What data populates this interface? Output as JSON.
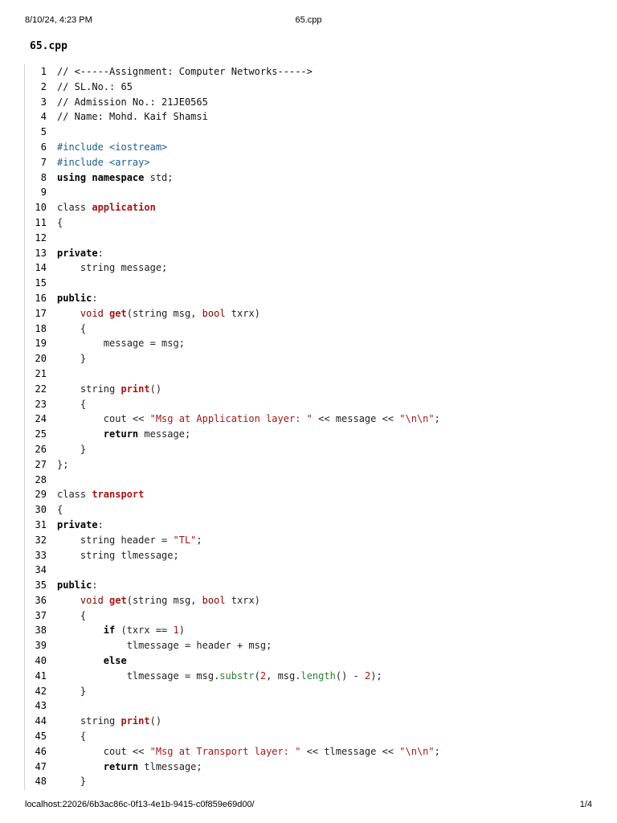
{
  "header": {
    "datetime": "8/10/24, 4:23 PM",
    "doc_title": "65.cpp"
  },
  "title": "65.cpp",
  "footer": {
    "url": "localhost:22026/6b3ac86c-0f13-4e1b-9415-c0f859e69d00/",
    "page": "1/4"
  },
  "code_lines": [
    {
      "n": "1",
      "segs": [
        {
          "t": "// <-----Assignment: Computer Networks----->",
          "c": "comment"
        }
      ]
    },
    {
      "n": "2",
      "segs": [
        {
          "t": "// SL.No.: 65",
          "c": "comment"
        }
      ]
    },
    {
      "n": "3",
      "segs": [
        {
          "t": "// Admission No.: 21JE0565",
          "c": "comment"
        }
      ]
    },
    {
      "n": "4",
      "segs": [
        {
          "t": "// Name: Mohd. Kaif Shamsi",
          "c": "comment"
        }
      ]
    },
    {
      "n": "5",
      "segs": []
    },
    {
      "n": "6",
      "segs": [
        {
          "t": "#include <iostream>",
          "c": "pp"
        }
      ]
    },
    {
      "n": "7",
      "segs": [
        {
          "t": "#include <array>",
          "c": "pp"
        }
      ]
    },
    {
      "n": "8",
      "segs": [
        {
          "t": "using namespace",
          "c": "kw"
        },
        {
          "t": " std;",
          "c": "plain"
        }
      ]
    },
    {
      "n": "9",
      "segs": []
    },
    {
      "n": "10",
      "segs": [
        {
          "t": "class ",
          "c": "plain"
        },
        {
          "t": "application",
          "c": "name"
        }
      ]
    },
    {
      "n": "11",
      "segs": [
        {
          "t": "{",
          "c": "plain"
        }
      ]
    },
    {
      "n": "12",
      "segs": []
    },
    {
      "n": "13",
      "segs": [
        {
          "t": "private",
          "c": "kw"
        },
        {
          "t": ":",
          "c": "plain"
        }
      ]
    },
    {
      "n": "14",
      "segs": [
        {
          "t": "    string message;",
          "c": "plain"
        }
      ]
    },
    {
      "n": "15",
      "segs": []
    },
    {
      "n": "16",
      "segs": [
        {
          "t": "public",
          "c": "kw"
        },
        {
          "t": ":",
          "c": "plain"
        }
      ]
    },
    {
      "n": "17",
      "segs": [
        {
          "t": "    ",
          "c": "plain"
        },
        {
          "t": "void",
          "c": "kw2"
        },
        {
          "t": " ",
          "c": "plain"
        },
        {
          "t": "get",
          "c": "fn"
        },
        {
          "t": "(string msg, ",
          "c": "plain"
        },
        {
          "t": "bool",
          "c": "kw2"
        },
        {
          "t": " txrx)",
          "c": "plain"
        }
      ]
    },
    {
      "n": "18",
      "segs": [
        {
          "t": "    {",
          "c": "plain"
        }
      ]
    },
    {
      "n": "19",
      "segs": [
        {
          "t": "        message = msg;",
          "c": "plain"
        }
      ]
    },
    {
      "n": "20",
      "segs": [
        {
          "t": "    }",
          "c": "plain"
        }
      ]
    },
    {
      "n": "21",
      "segs": []
    },
    {
      "n": "22",
      "segs": [
        {
          "t": "    string ",
          "c": "plain"
        },
        {
          "t": "print",
          "c": "fn"
        },
        {
          "t": "()",
          "c": "plain"
        }
      ]
    },
    {
      "n": "23",
      "segs": [
        {
          "t": "    {",
          "c": "plain"
        }
      ]
    },
    {
      "n": "24",
      "segs": [
        {
          "t": "        cout << ",
          "c": "plain"
        },
        {
          "t": "\"Msg at Application layer: \"",
          "c": "str"
        },
        {
          "t": " << message << ",
          "c": "plain"
        },
        {
          "t": "\"\\n\\n\"",
          "c": "str"
        },
        {
          "t": ";",
          "c": "plain"
        }
      ]
    },
    {
      "n": "25",
      "segs": [
        {
          "t": "        ",
          "c": "plain"
        },
        {
          "t": "return",
          "c": "kw"
        },
        {
          "t": " message;",
          "c": "plain"
        }
      ]
    },
    {
      "n": "26",
      "segs": [
        {
          "t": "    }",
          "c": "plain"
        }
      ]
    },
    {
      "n": "27",
      "segs": [
        {
          "t": "};",
          "c": "plain"
        }
      ]
    },
    {
      "n": "28",
      "segs": []
    },
    {
      "n": "29",
      "segs": [
        {
          "t": "class ",
          "c": "plain"
        },
        {
          "t": "transport",
          "c": "name"
        }
      ]
    },
    {
      "n": "30",
      "segs": [
        {
          "t": "{",
          "c": "plain"
        }
      ]
    },
    {
      "n": "31",
      "segs": [
        {
          "t": "private",
          "c": "kw"
        },
        {
          "t": ":",
          "c": "plain"
        }
      ]
    },
    {
      "n": "32",
      "segs": [
        {
          "t": "    string header = ",
          "c": "plain"
        },
        {
          "t": "\"TL\"",
          "c": "str"
        },
        {
          "t": ";",
          "c": "plain"
        }
      ]
    },
    {
      "n": "33",
      "segs": [
        {
          "t": "    string tlmessage;",
          "c": "plain"
        }
      ]
    },
    {
      "n": "34",
      "segs": []
    },
    {
      "n": "35",
      "segs": [
        {
          "t": "public",
          "c": "kw"
        },
        {
          "t": ":",
          "c": "plain"
        }
      ]
    },
    {
      "n": "36",
      "segs": [
        {
          "t": "    ",
          "c": "plain"
        },
        {
          "t": "void",
          "c": "kw2"
        },
        {
          "t": " ",
          "c": "plain"
        },
        {
          "t": "get",
          "c": "fn"
        },
        {
          "t": "(string msg, ",
          "c": "plain"
        },
        {
          "t": "bool",
          "c": "kw2"
        },
        {
          "t": " txrx)",
          "c": "plain"
        }
      ]
    },
    {
      "n": "37",
      "segs": [
        {
          "t": "    {",
          "c": "plain"
        }
      ]
    },
    {
      "n": "38",
      "segs": [
        {
          "t": "        ",
          "c": "plain"
        },
        {
          "t": "if",
          "c": "kw"
        },
        {
          "t": " (txrx == ",
          "c": "plain"
        },
        {
          "t": "1",
          "c": "num"
        },
        {
          "t": ")",
          "c": "plain"
        }
      ]
    },
    {
      "n": "39",
      "segs": [
        {
          "t": "            tlmessage = header + msg;",
          "c": "plain"
        }
      ]
    },
    {
      "n": "40",
      "segs": [
        {
          "t": "        ",
          "c": "plain"
        },
        {
          "t": "else",
          "c": "kw"
        }
      ]
    },
    {
      "n": "41",
      "segs": [
        {
          "t": "            tlmessage = msg.",
          "c": "plain"
        },
        {
          "t": "substr",
          "c": "mem"
        },
        {
          "t": "(",
          "c": "plain"
        },
        {
          "t": "2",
          "c": "num"
        },
        {
          "t": ", msg.",
          "c": "plain"
        },
        {
          "t": "length",
          "c": "mem"
        },
        {
          "t": "() - ",
          "c": "plain"
        },
        {
          "t": "2",
          "c": "num"
        },
        {
          "t": ");",
          "c": "plain"
        }
      ]
    },
    {
      "n": "42",
      "segs": [
        {
          "t": "    }",
          "c": "plain"
        }
      ]
    },
    {
      "n": "43",
      "segs": []
    },
    {
      "n": "44",
      "segs": [
        {
          "t": "    string ",
          "c": "plain"
        },
        {
          "t": "print",
          "c": "fn"
        },
        {
          "t": "()",
          "c": "plain"
        }
      ]
    },
    {
      "n": "45",
      "segs": [
        {
          "t": "    {",
          "c": "plain"
        }
      ]
    },
    {
      "n": "46",
      "segs": [
        {
          "t": "        cout << ",
          "c": "plain"
        },
        {
          "t": "\"Msg at Transport layer: \"",
          "c": "str"
        },
        {
          "t": " << tlmessage << ",
          "c": "plain"
        },
        {
          "t": "\"\\n\\n\"",
          "c": "str"
        },
        {
          "t": ";",
          "c": "plain"
        }
      ]
    },
    {
      "n": "47",
      "segs": [
        {
          "t": "        ",
          "c": "plain"
        },
        {
          "t": "return",
          "c": "kw"
        },
        {
          "t": " tlmessage;",
          "c": "plain"
        }
      ]
    },
    {
      "n": "48",
      "segs": [
        {
          "t": "    }",
          "c": "plain"
        }
      ]
    }
  ]
}
